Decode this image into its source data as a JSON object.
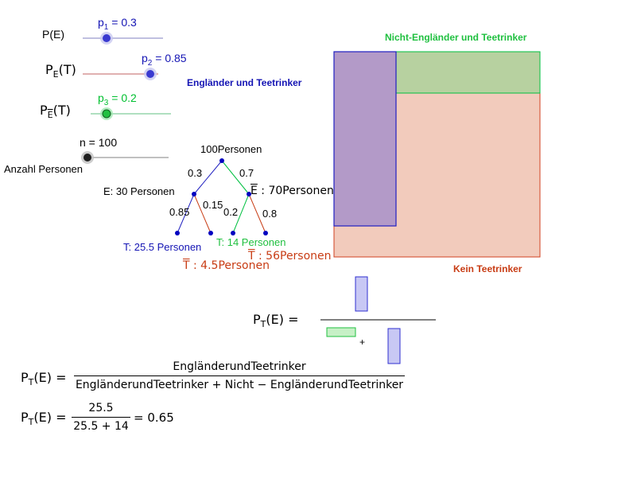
{
  "sliders": [
    {
      "id": "pE",
      "label": "P(E)",
      "value_label": "p",
      "value_sub": "1",
      "value_text": " = 0.3",
      "value": 0.3
    },
    {
      "id": "pET",
      "label_main": "P",
      "label_sub": "E",
      "label_arg": "(T)",
      "value_label": "p",
      "value_sub": "2",
      "value_text": " = 0.85",
      "value": 0.85
    },
    {
      "id": "pEnT",
      "label_main": "P",
      "label_sub": "E",
      "label_arg": "(T)",
      "value_label": "p",
      "value_sub": "3",
      "value_text": " = 0.2",
      "value": 0.2
    },
    {
      "id": "n",
      "value_text": "n = 100",
      "caption": "Anzahl Personen",
      "value": 100
    }
  ],
  "tree": {
    "root": "100Personen",
    "branch_e": "0.3",
    "branch_ne": "0.7",
    "node_e": "E: 30 Personen",
    "node_ne_letter": "E",
    "node_ne_text": " : 70Personen",
    "branch_e_t": "0.85",
    "branch_e_nt": "0.15",
    "branch_ne_t": "0.2",
    "branch_ne_nt": "0.8",
    "leaf_e_t": "T: 25.5 Personen",
    "leaf_e_nt_letter": "T",
    "leaf_e_nt_text": " : 4.5Personen",
    "leaf_ne_t": "T: 14 Personen",
    "leaf_ne_nt_letter": "T",
    "leaf_ne_nt_text": " : 56Personen"
  },
  "area_diagram": {
    "label_ne_t": "Nicht-Engländer und Teetrinker",
    "label_e_t": "Engländer und Teetrinker",
    "label_no_t": "Kein Teetrinker",
    "p_e": 0.3,
    "p_t_given_e": 0.85,
    "p_t_given_ne": 0.2,
    "colors": {
      "e_t": "#b39ac8",
      "ne_t": "#b7d1a0",
      "no_t": "#f2cbbc",
      "e_stroke": "#2020c0",
      "ne_stroke": "#00c040",
      "bg_stroke": "#d04020"
    }
  },
  "visual_formula": {
    "lhs_main": "P",
    "lhs_sub": "T",
    "lhs_arg": "(E) =",
    "plus": "+"
  },
  "formula1": {
    "lhs_main": "P",
    "lhs_sub": "T",
    "lhs_arg": "(E) =",
    "numerator": "EngländerundTeetrinker",
    "denominator": "EngländerundTeetrinker + Nicht − EngländerundTeetrinker"
  },
  "formula2": {
    "lhs_main": "P",
    "lhs_sub": "T",
    "lhs_arg": "(E) =",
    "numerator": "25.5",
    "denominator": "25.5 + 14",
    "result": "= 0.65"
  }
}
